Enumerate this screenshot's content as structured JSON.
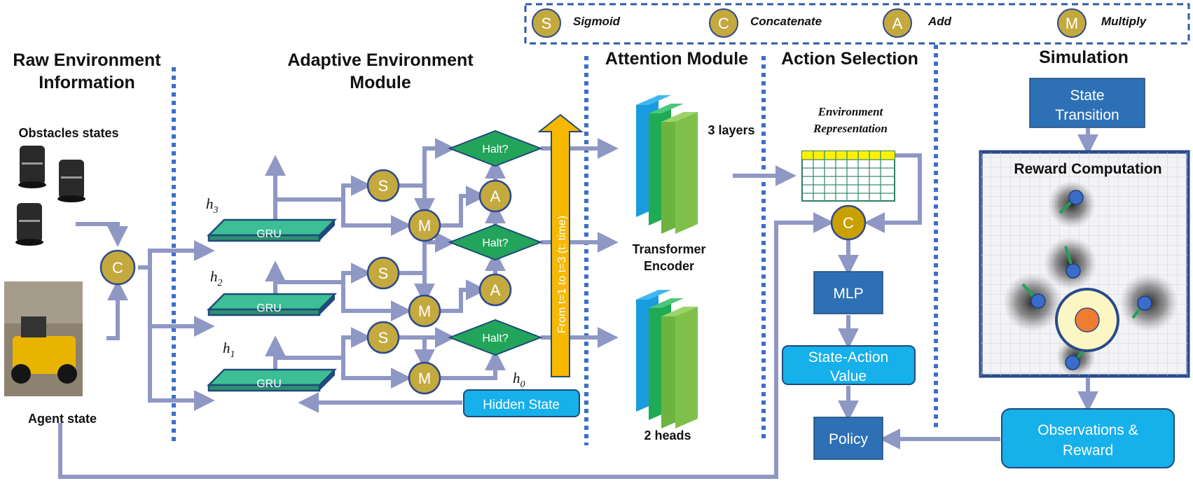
{
  "legend": {
    "items": [
      {
        "letter": "S",
        "label": "Sigmoid"
      },
      {
        "letter": "C",
        "label": "Concatenate"
      },
      {
        "letter": "A",
        "label": "Add"
      },
      {
        "letter": "M",
        "label": "Multiply"
      }
    ]
  },
  "sections": {
    "raw_line1": "Raw Environment",
    "raw_line2": "Information",
    "adaptive_line1": "Adaptive Environment",
    "adaptive_line2": "Module",
    "attention": "Attention Module",
    "action": "Action Selection",
    "simulation": "Simulation"
  },
  "raw": {
    "obstacles": "Obstacles states",
    "agent": "Agent state",
    "concat": "C"
  },
  "adaptive": {
    "gru": "GRU",
    "sigmoid": "S",
    "multiply": "M",
    "add": "A",
    "halt": "Halt?",
    "hidden_state": "Hidden State",
    "time_arrow": "From t=1 to t=3 (t: time)",
    "h3": "h3",
    "h2": "h2",
    "h1": "h1",
    "h0": "h0"
  },
  "attention": {
    "layers": "3 layers",
    "encoder_line1": "Transformer",
    "encoder_line2": "Encoder",
    "heads": "2 heads"
  },
  "action": {
    "env_rep_line1": "Environment",
    "env_rep_line2": "Representation",
    "concat": "C",
    "mlp": "MLP",
    "sav_line1": "State-Action",
    "sav_line2": "Value",
    "policy": "Policy"
  },
  "simulation": {
    "state_line1": "State",
    "state_line2": "Transition",
    "reward": "Reward Computation",
    "obs_line1": "Observations &",
    "obs_line2": "Reward"
  },
  "colors": {
    "gold": "#c4a93f",
    "gru": "#3dbf96",
    "halt": "#22a55a",
    "dark_blue_box": "#2e70b6",
    "cyan_box": "#16b0ea",
    "arrow": "#8f97c4",
    "divider": "#3b6fc9",
    "time_arrow": "#f6b800"
  }
}
